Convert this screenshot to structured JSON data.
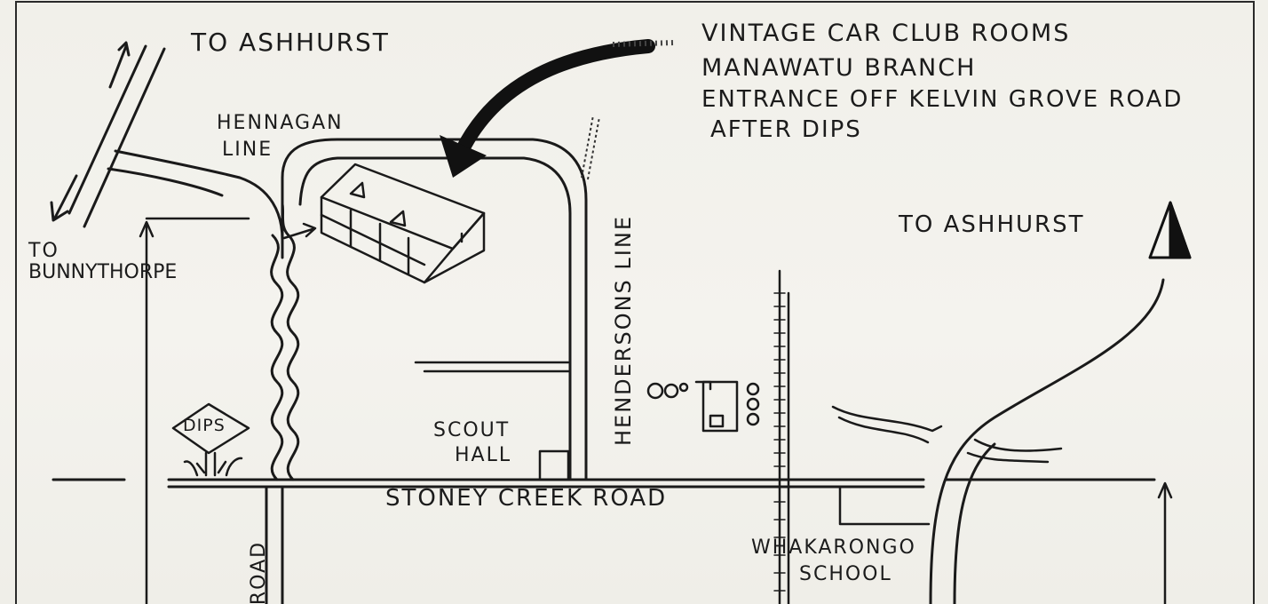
{
  "map": {
    "labels": {
      "to_ashhurst_top": "TO ASHHURST",
      "club_line1": "VINTAGE CAR CLUB ROOMS",
      "club_line2": "MANAWATU BRANCH",
      "club_line3": "ENTRANCE OFF KELVIN GROVE ROAD",
      "club_line4": "AFTER DIPS",
      "hennagan_line1": "HENNAGAN",
      "hennagan_line2": "LINE",
      "to_bunnythorpe1": "TO",
      "to_bunnythorpe2": "BUNNYTHORPE",
      "to_ashhurst_right": "TO ASHHURST",
      "hendersons_line": "HENDERSONS LINE",
      "dips_sign": "DIPS",
      "scout_hall1": "SCOUT",
      "scout_hall2": "HALL",
      "stoney_creek_road": "STONEY CREEK ROAD",
      "whakarongo1": "WHAKARONGO",
      "whakarongo2": "SCHOOL",
      "road": "ROAD"
    },
    "colors": {
      "ink": "#1a1a1a",
      "paper": "#f2f1ec"
    },
    "icons": [
      "north-arrow-icon",
      "club-rooms-building",
      "dips-sign-icon",
      "curved-arrow-icon"
    ]
  }
}
